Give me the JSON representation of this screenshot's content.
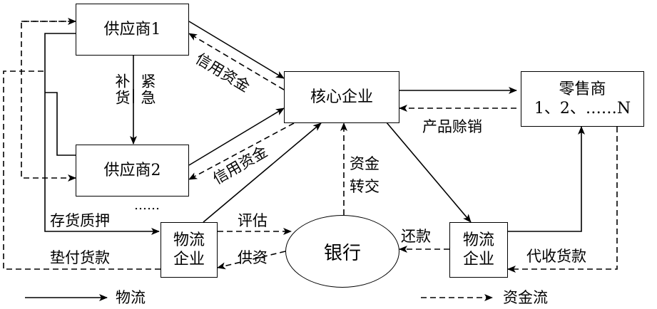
{
  "nodes": {
    "supplier1": "供应商1",
    "supplier2": "供应商2",
    "core": "核心企业",
    "retailer_line1": "零售商",
    "retailer_line2": "1、2、……N",
    "logistics_left_line1": "物流",
    "logistics_left_line2": "企业",
    "logistics_right_line1": "物流",
    "logistics_right_line2": "企业",
    "bank": "银行",
    "more_suppliers": "……"
  },
  "edge_labels": {
    "credit_funds_top": "信用资金",
    "credit_funds_bottom": "信用资金",
    "urgent": "紧急",
    "replenish": "补货",
    "product_sales": "产品赊销",
    "fund_line1": "资金",
    "fund_line2": "转交",
    "inventory_pledge": "存货质押",
    "assess": "评估",
    "advance_payment": "垫付货款",
    "funding": "供资",
    "repay": "还款",
    "collect_payment": "代收货款"
  },
  "legend": {
    "logistics": "物流",
    "fund_flow": "资金流"
  }
}
